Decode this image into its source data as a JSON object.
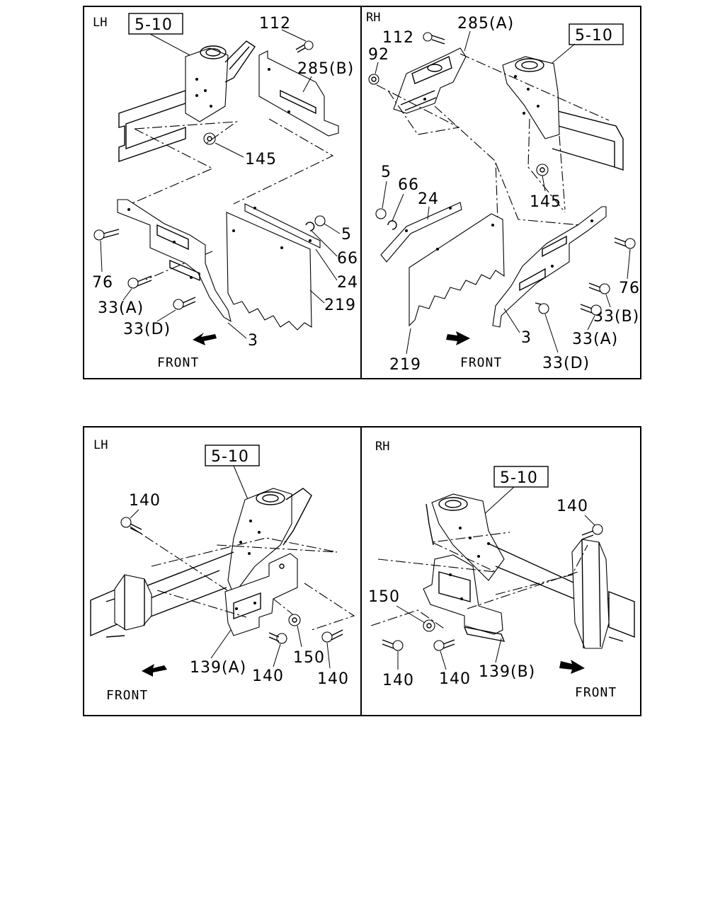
{
  "panels": [
    {
      "side": "LH",
      "ref": "5-10",
      "front": "FRONT",
      "callouts": [
        "112",
        "285(B)",
        "145",
        "5",
        "66",
        "24",
        "219",
        "76",
        "33(A)",
        "33(D)",
        "3"
      ]
    },
    {
      "side": "RH",
      "ref": "5-10",
      "front": "FRONT",
      "callouts": [
        "112",
        "285(A)",
        "92",
        "145",
        "5",
        "66",
        "24",
        "76",
        "33(B)",
        "33(A)",
        "33(D)",
        "3",
        "219"
      ]
    },
    {
      "side": "LH",
      "ref": "5-10",
      "front": "FRONT",
      "callouts": [
        "140",
        "139(A)",
        "140",
        "150",
        "140"
      ]
    },
    {
      "side": "RH",
      "ref": "5-10",
      "front": "FRONT",
      "callouts": [
        "140",
        "150",
        "140",
        "140",
        "139(B)"
      ]
    }
  ]
}
